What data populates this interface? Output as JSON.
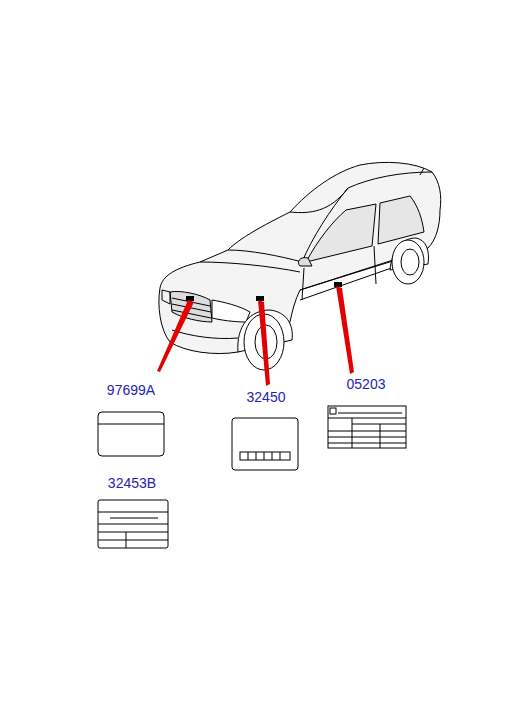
{
  "diagram": {
    "labels": [
      "97699A",
      "32450",
      "05203",
      "32453B"
    ]
  }
}
